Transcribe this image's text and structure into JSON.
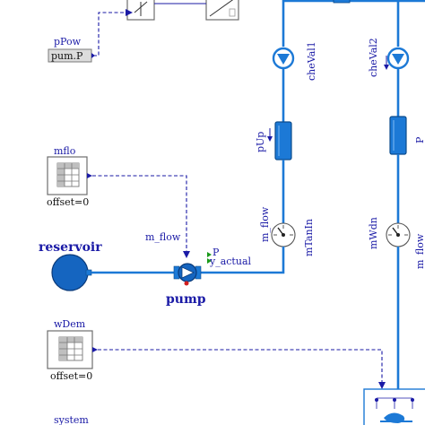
{
  "labels": {
    "pPow": "pPow",
    "pPow_output": "pum.P",
    "mflo": "mflo",
    "mflo_offset": "offset=0",
    "reservoir": "reservoir",
    "m_flow_signal": "m_flow",
    "pump_P": "P",
    "pump_y_actual": "y_actual",
    "pump": "pump",
    "mTanIn_m_flow": "m_flow",
    "mTanIn": "mTanIn",
    "pUp": "pUp",
    "cheVal1": "cheVal1",
    "cheVal2": "cheVal2",
    "mWdn": "mWdn",
    "mWdn_m_flow": "m_flow",
    "p_cut": "P",
    "wDem": "wDem",
    "wDem_offset": "offset=0",
    "system": "system"
  },
  "colors": {
    "fluid_line": "#1c79d6",
    "signal_line": "#1a1aa6",
    "pipe_fill": "#1c79d6",
    "reservoir_fill": "#1565c0",
    "output_port": "#1a9a1a",
    "table_header": "#bfbfbf"
  }
}
